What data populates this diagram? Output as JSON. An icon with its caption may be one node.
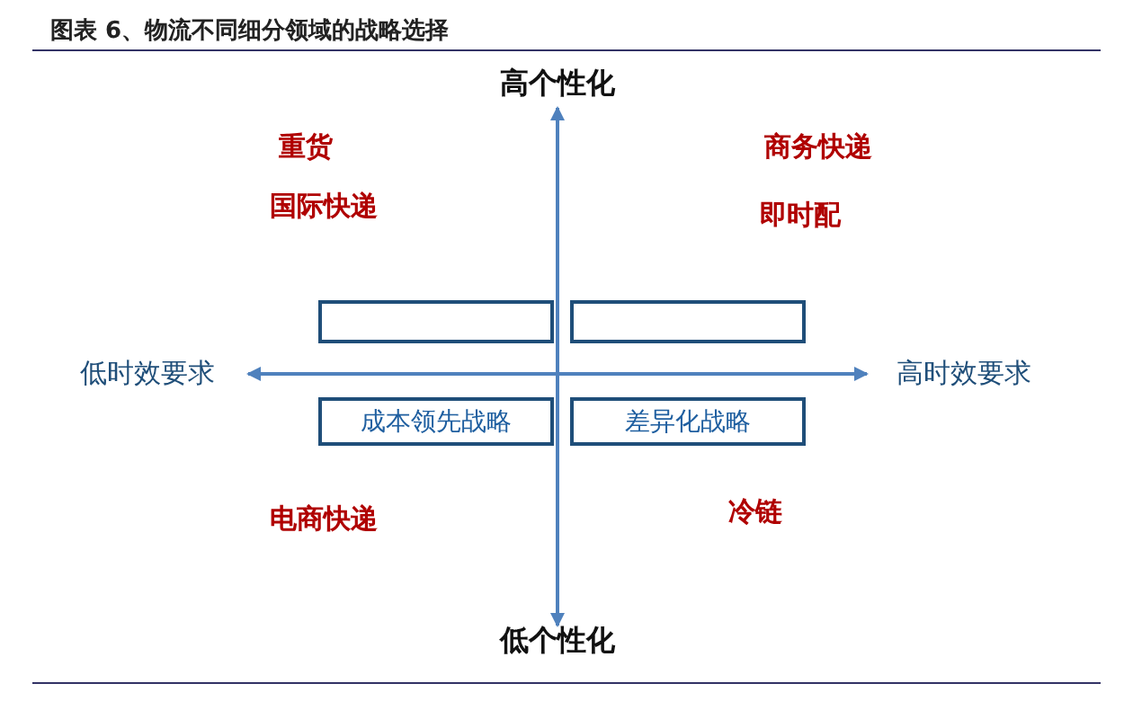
{
  "diagram": {
    "title": "图表 6、物流不同细分领域的战略选择",
    "nodes": [
      {
        "text": [],
        "shape": "box"
      },
      {
        "text": [],
        "shape": "box"
      },
      {
        "text": [
          "成本领先战略"
        ]
      },
      {
        "text": [
          "差异化战略"
        ]
      }
    ],
    "labels": [
      "高个性化",
      "重货",
      "商务快递",
      "国际快递",
      "即时配",
      "低时效要求",
      "高时效要求",
      "电商快递",
      "冷链",
      "低个性化"
    ]
  }
}
